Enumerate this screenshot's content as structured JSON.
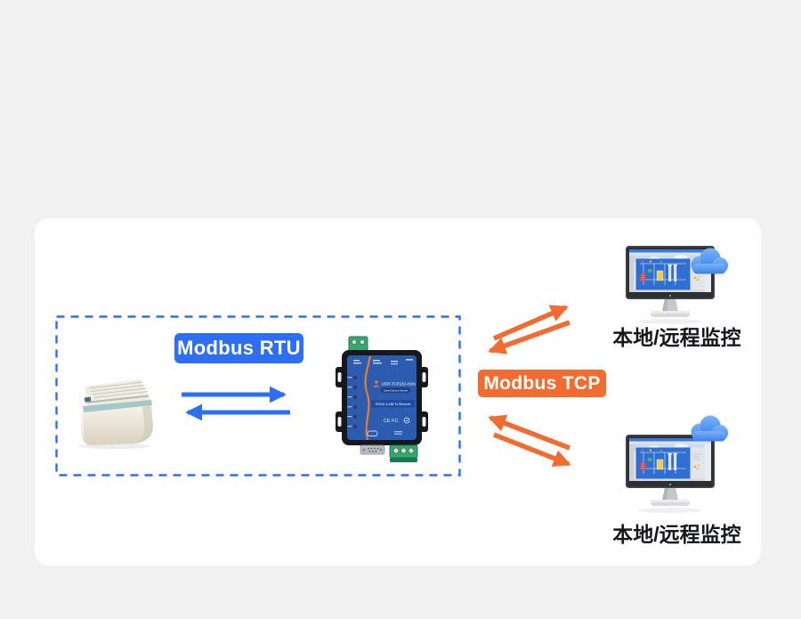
{
  "labels": {
    "modbus_rtu": "Modbus RTU",
    "modbus_tcp": "Modbus TCP",
    "monitor_top": "本地/远程监控",
    "monitor_bottom": "本地/远程监控"
  },
  "device": {
    "model": "USR-TCP232-410s",
    "tagline": "Serial Device Server",
    "feature": "RS232 & 485 To Ethernet",
    "cert": "CE FC"
  },
  "colors": {
    "accent_blue": "#2E6FF2",
    "accent_orange": "#F26C32",
    "dashed_border_blue": "#2E6FF2",
    "label_text": "#16181d",
    "page_background": "#f1f1f2",
    "panel_background": "#ffffff"
  },
  "icons": {
    "left_device": "printer-icon",
    "center_device": "serial-device-server-icon",
    "right_devices": "monitor-icon",
    "cloud": "cloud-icon",
    "rtu_link": "bidirectional-arrows-blue",
    "tcp_link": "bidirectional-arrows-orange"
  }
}
